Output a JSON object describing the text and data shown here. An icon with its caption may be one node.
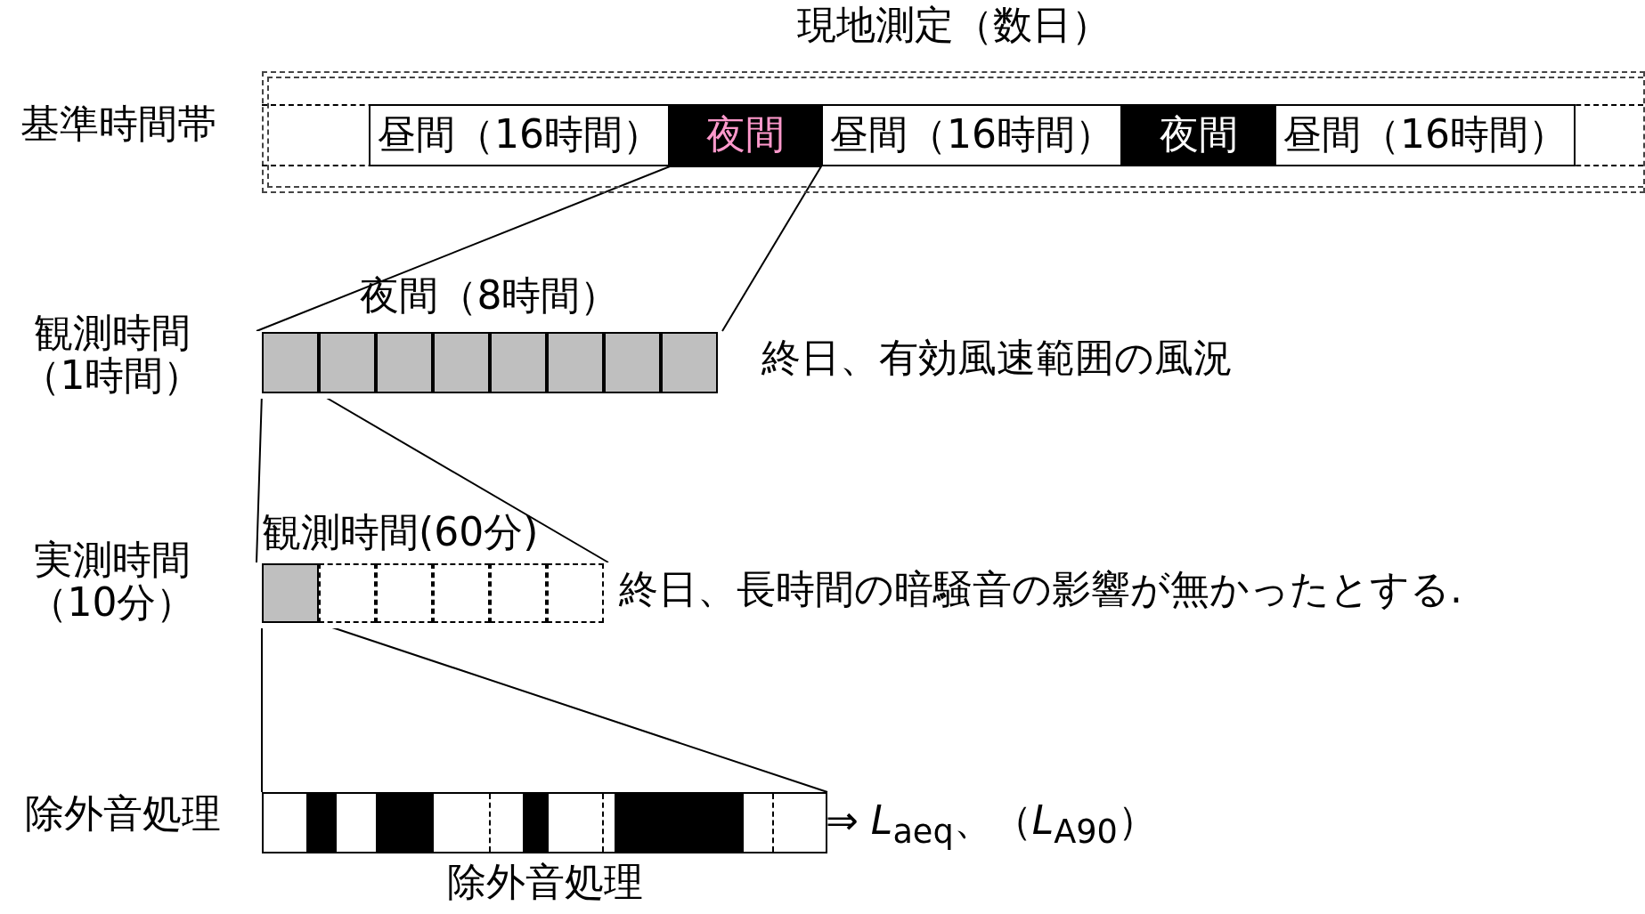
{
  "diagram": {
    "nodes": [
      {
        "text": [
          "現地測定（数日）"
        ]
      },
      {
        "text": [
          "昼間（16時間）"
        ],
        "in": 0
      },
      {
        "text": [
          "夜間"
        ],
        "in": 0
      },
      {
        "text": [
          "昼間（16時間）"
        ],
        "in": 0
      },
      {
        "text": [
          "夜間"
        ],
        "in": 0
      },
      {
        "text": [
          "昼間（16時間）"
        ],
        "in": 0
      },
      {
        "text": [
          "夜間（8時間）"
        ],
        "beside": [
          "終日、有効風速範囲の風況"
        ]
      },
      {
        "text": [],
        "shape": "box",
        "in": 6
      },
      {
        "text": [
          "観測時間(60分)"
        ],
        "beside": [
          "終日、長時間の暗騒音の影響が無かったとする."
        ]
      },
      {
        "text": [],
        "shape": "box",
        "in": 8
      },
      {
        "text": [
          "除外音処理"
        ],
        "beside": [
          "⇒ *L*$_{aeq}$、（*L*$_{A90}$）"
        ]
      }
    ],
    "edges": [
      {
        "from": 2,
        "to": 6,
        "arrow": "none"
      },
      {
        "from": 7,
        "to": 8,
        "arrow": "none"
      },
      {
        "from": 9,
        "to": 10,
        "arrow": "none"
      }
    ],
    "labels": [
      "基準時間帯",
      "観測時間（1時間）",
      "実測時間（10分）",
      "除外音処理"
    ]
  }
}
